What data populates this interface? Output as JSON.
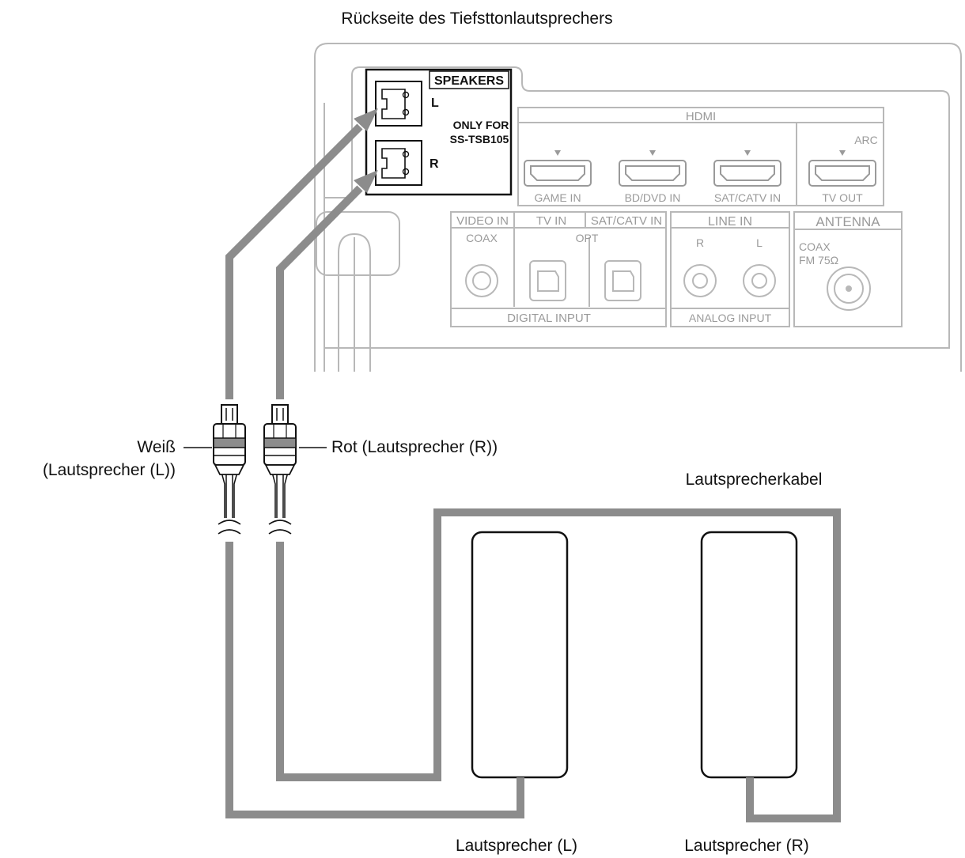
{
  "title": "Rückseite des Tiefsttonlautsprechers",
  "panel": {
    "speakers_header": "SPEAKERS",
    "jack_l": "L",
    "jack_r": "R",
    "only_for_line1": "ONLY FOR",
    "only_for_line2": "SS-TSB105",
    "hdmi_header": "HDMI",
    "arc": "ARC",
    "hdmi_ports": [
      "GAME IN",
      "BD/DVD IN",
      "SAT/CATV IN",
      "TV OUT"
    ],
    "video_in": "VIDEO IN",
    "tv_in": "TV IN",
    "sat_catv_in": "SAT/CATV IN",
    "coax": "COAX",
    "opt": "OPT",
    "digital_input": "DIGITAL INPUT",
    "line_in": "LINE IN",
    "line_r": "R",
    "line_l": "L",
    "analog_input": "ANALOG INPUT",
    "antenna": "ANTENNA",
    "antenna_coax": "COAX",
    "antenna_fm": "FM 75Ω"
  },
  "labels": {
    "white_line1": "Weiß",
    "white_line2": "(Lautsprecher (L))",
    "red": "Rot (Lautsprecher (R))",
    "cable": "Lautsprecherkabel",
    "speaker_l": "Lautsprecher (L)",
    "speaker_r": "Lautsprecher (R)"
  },
  "colors": {
    "cable": "#8c8c8c",
    "panel_outline": "#b8b8b8",
    "ink": "#111111"
  }
}
